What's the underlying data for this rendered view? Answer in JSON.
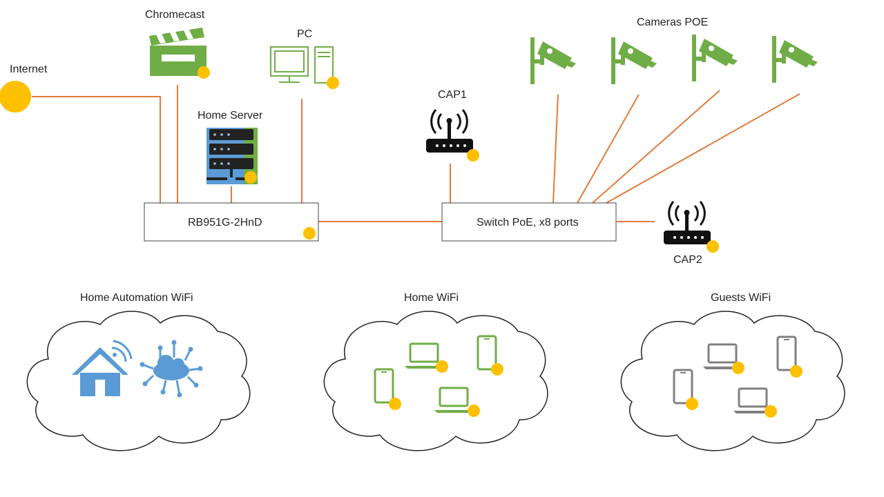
{
  "colors": {
    "wire": "#e07b39",
    "status_dot": "#ffc000",
    "green_icon": "#70ad47",
    "blue_icon": "#5b9bd5",
    "gray_icon": "#7f7f7f",
    "black_icon": "#111111"
  },
  "labels": {
    "internet": "Internet",
    "chromecast": "Chromecast",
    "pc": "PC",
    "home_server": "Home Server",
    "cap1": "CAP1",
    "cameras": "Cameras POE",
    "router": "RB951G-2HnD",
    "switch": "Switch PoE, x8 ports",
    "cap2": "CAP2",
    "home_automation_wifi": "Home Automation WiFi",
    "home_wifi": "Home WiFi",
    "guests_wifi": "Guests WiFi"
  },
  "icons": {
    "internet": "globe-dot-icon",
    "chromecast": "clapperboard-icon",
    "pc": "desktop-computer-icon",
    "home_server": "server-rack-icon",
    "cap": "wifi-access-point-icon",
    "camera": "security-camera-icon",
    "home_automation": [
      "smart-home-icon",
      "iot-cloud-icon"
    ],
    "laptop": "laptop-icon",
    "phone": "smartphone-icon",
    "status": "status-dot-icon"
  }
}
